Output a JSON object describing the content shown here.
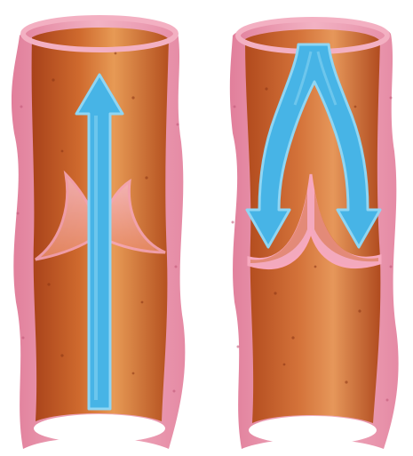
{
  "figure": {
    "panels": [
      {
        "state": "open-valve",
        "flow": "upward",
        "icons": [
          "vein-wall",
          "open-valve-cusps",
          "upward-flow-arrow"
        ]
      },
      {
        "state": "closed-valve",
        "flow": "reflux-blocked",
        "icons": [
          "vein-wall",
          "closed-valve-cusps",
          "split-downward-flow-arrow"
        ]
      }
    ]
  },
  "colors": {
    "background": "#ffffff",
    "vein_wall_outer": "#e58aa4",
    "vein_wall_inner": "#f2b6c6",
    "lumen_dark": "#a8421a",
    "lumen_mid": "#cf6a2e",
    "lumen_light": "#e79a55",
    "valve_edge": "#f7a8be",
    "arrow_fill": "#47b4e6",
    "arrow_edge": "#8fd6f4"
  }
}
